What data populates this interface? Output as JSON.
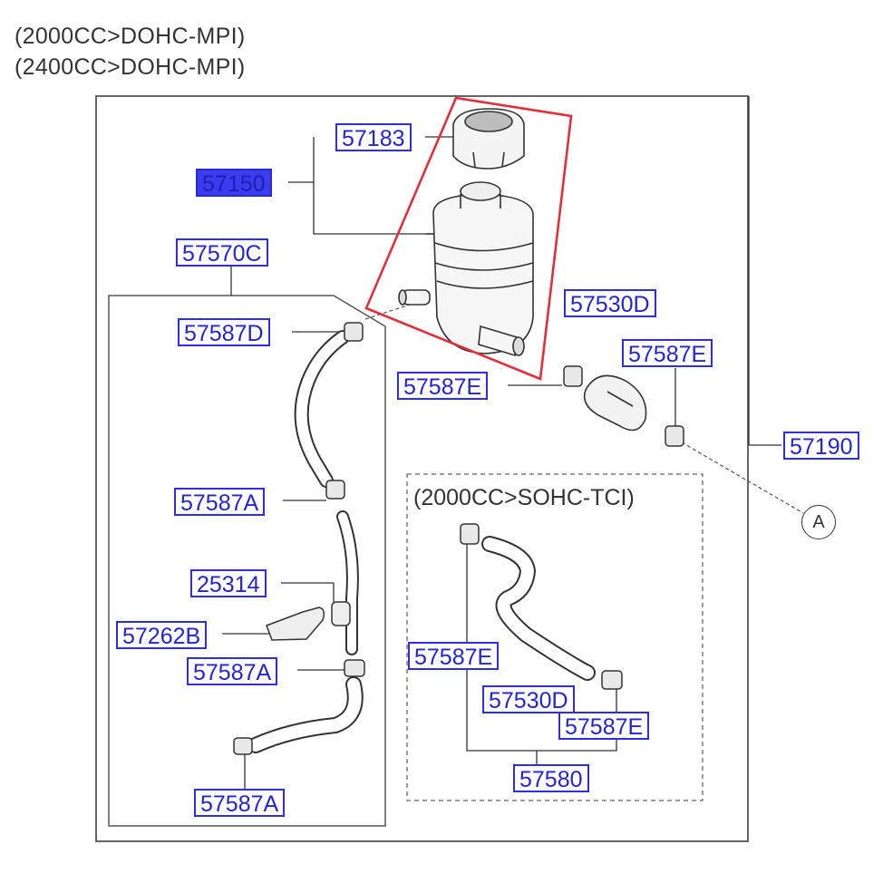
{
  "header": {
    "line1": "(2000CC>DOHC-MPI)",
    "line2": "(2400CC>DOHC-MPI)"
  },
  "subgroup_title": "(2000CC>SOHC-TCI)",
  "ref_marker": "A",
  "colors": {
    "label_text": "#2424d6",
    "label_border": "#2f2fe0",
    "label_selected_fill": "#3b3bef",
    "highlight_outline": "#e0303a",
    "line": "#333333"
  },
  "labels": {
    "p57183": "57183",
    "p57150": "57150",
    "p57570C": "57570C",
    "p57587D": "57587D",
    "p57530D_top": "57530D",
    "p57587E_right": "57587E",
    "p57587E_mid": "57587E",
    "p57190": "57190",
    "p57587A_1": "57587A",
    "p25314": "25314",
    "p57262B": "57262B",
    "p57587A_2": "57587A",
    "p57587A_3": "57587A",
    "p57587E_sub": "57587E",
    "p57530D_sub": "57530D",
    "p57587E_sub2": "57587E",
    "p57580": "57580"
  }
}
